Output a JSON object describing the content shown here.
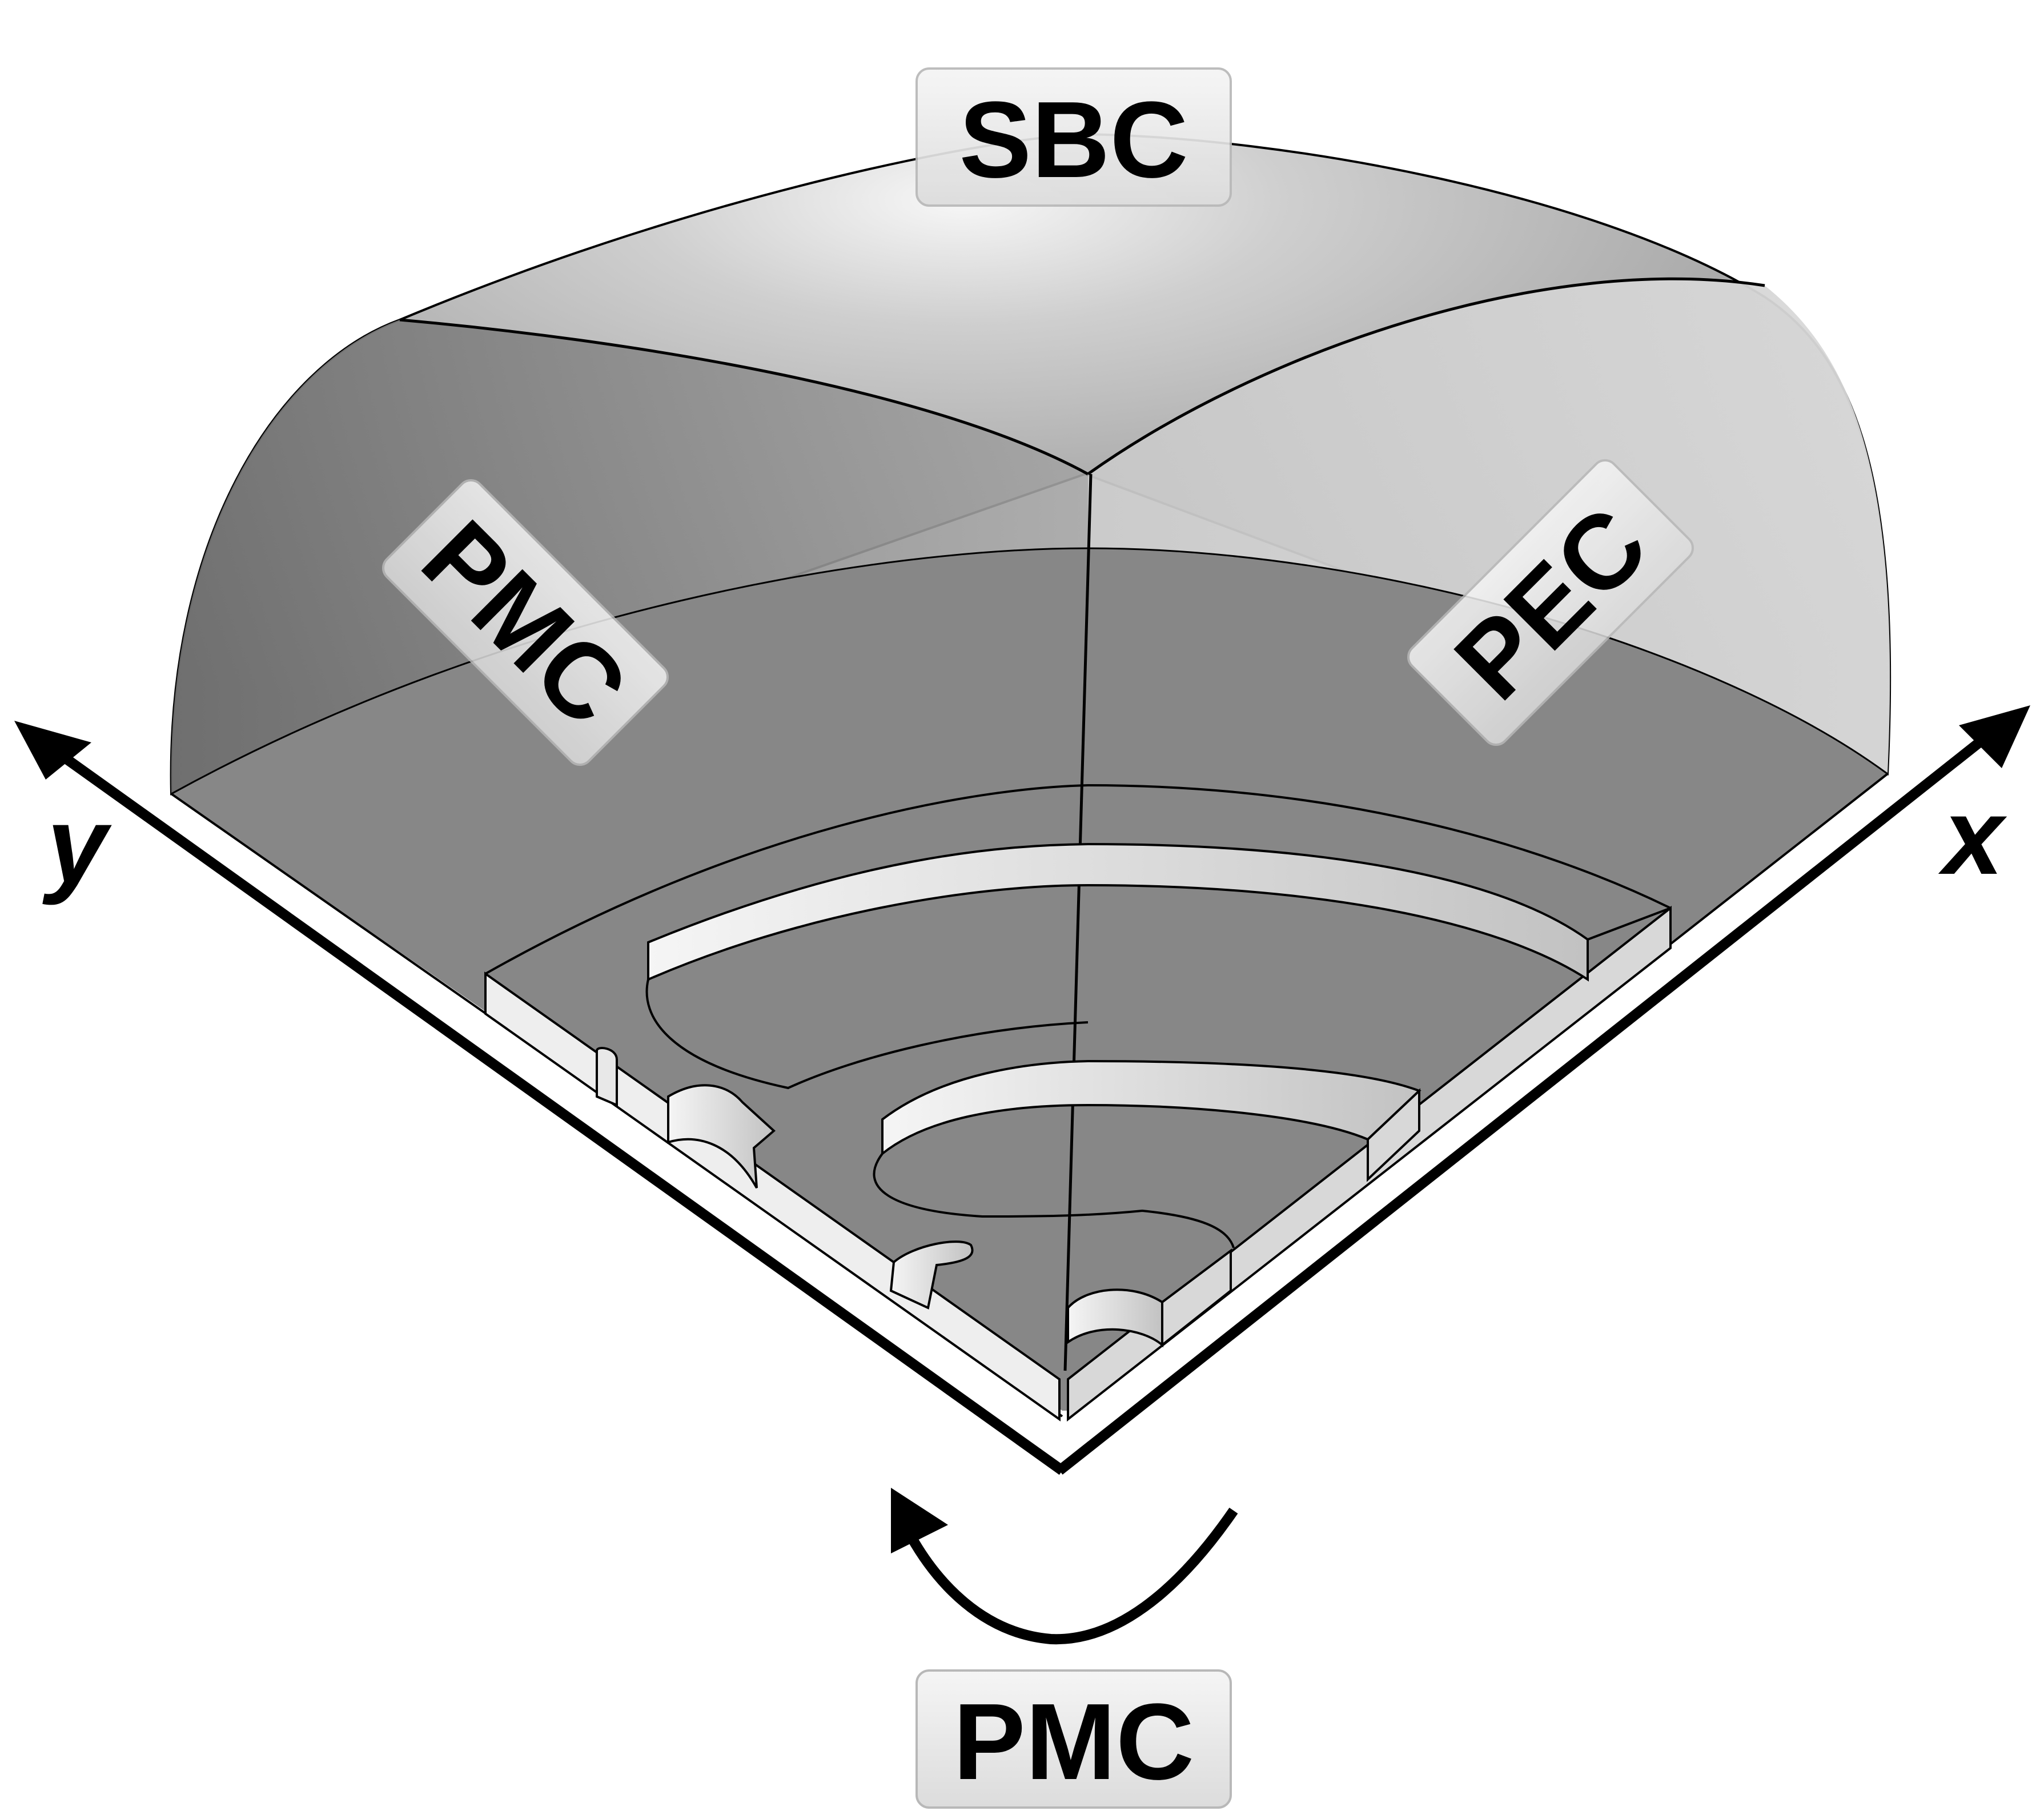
{
  "labels": {
    "top": "SBC",
    "left_wall": "PMC",
    "right_wall": "PEC",
    "bottom": "PMC"
  },
  "axes": {
    "x": "x",
    "y": "y"
  },
  "colors": {
    "dome_light": "#f2f2f2",
    "dome_mid": "#b9b9b9",
    "dome_dark": "#7a7a7a",
    "floor": "#878787",
    "slot_wall": "#e6e6e6",
    "label_box": "#e9e9e9",
    "ink": "#000000"
  }
}
